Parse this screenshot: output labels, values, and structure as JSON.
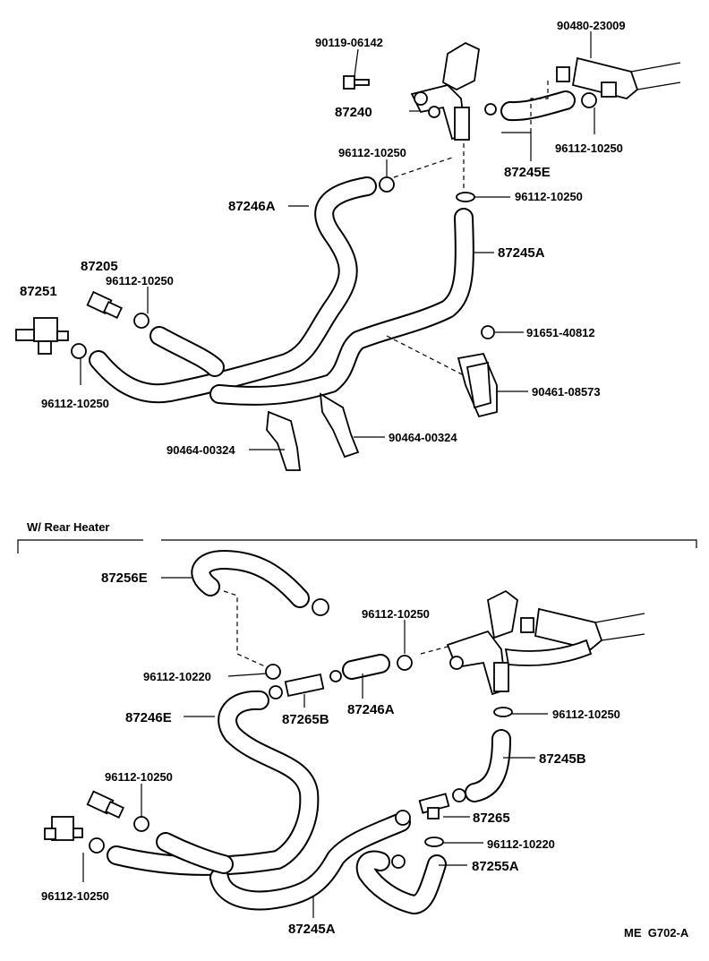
{
  "section_title": "W/ Rear Heater",
  "diagram_code": "ME  G702-A",
  "top_labels": {
    "p90119": "90119-06142",
    "p90480": "90480-23009",
    "p87240": "87240",
    "p96112_a": "96112-10250",
    "p96112_b": "96112-10250",
    "p87245E": "87245E",
    "p96112_c": "96112-10250",
    "p87246A": "87246A",
    "p87245A": "87245A",
    "p87205": "87205",
    "p96112_d": "96112-10250",
    "p87251": "87251",
    "p91651": "91651-40812",
    "p90461": "90461-08573",
    "p96112_e": "96112-10250",
    "p90464_a": "90464-00324",
    "p90464_b": "90464-00324"
  },
  "bottom_labels": {
    "p87256E": "87256E",
    "p96112_f": "96112-10250",
    "p96112_g": "96112-10220",
    "p87265B": "87265B",
    "p87246A": "87246A",
    "p96112_h": "96112-10250",
    "p87246E": "87246E",
    "p87245B": "87245B",
    "p96112_i": "96112-10250",
    "p87265": "87265",
    "p96112_j": "96112-10220",
    "p87255A": "87255A",
    "p96112_k": "96112-10250",
    "p87245A": "87245A"
  }
}
